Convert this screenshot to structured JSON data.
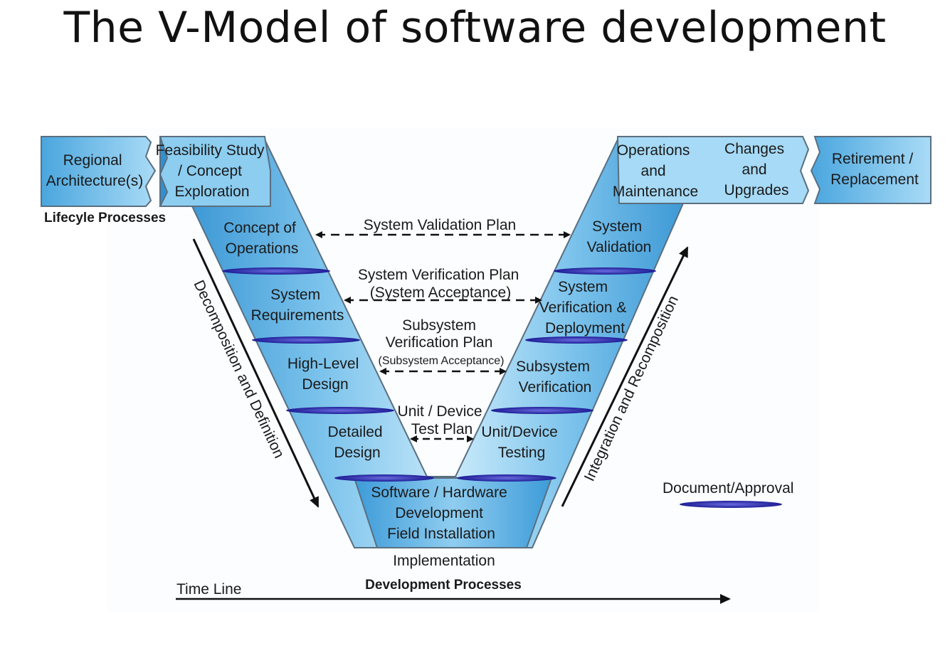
{
  "title": "The V-Model of software development",
  "colors": {
    "band_light": "#bfe4f7",
    "band_dark": "#2f8fd0",
    "outline": "#5a6f80",
    "approval": "#2a2aa8",
    "arrow": "#111111"
  },
  "lifecycle": {
    "regional_architecture": [
      "Regional",
      "Architecture(s)"
    ],
    "feasibility": [
      "Feasibility Study",
      "/ Concept",
      "Exploration"
    ],
    "operations": [
      "Operations",
      "and",
      "Maintenance"
    ],
    "changes": [
      "Changes",
      "and",
      "Upgrades"
    ],
    "retirement": [
      "Retirement /",
      "Replacement"
    ],
    "label": "Lifecyle Processes"
  },
  "left_stages": {
    "concept_of_operations": [
      "Concept of",
      "Operations"
    ],
    "system_requirements": [
      "System",
      "Requirements"
    ],
    "high_level_design": [
      "High-Level",
      "Design"
    ],
    "detailed_design": [
      "Detailed",
      "Design"
    ]
  },
  "bottom_stage": [
    "Software / Hardware",
    "Development",
    "Field Installation"
  ],
  "right_stages": {
    "system_validation": [
      "System",
      "Validation"
    ],
    "system_verification": [
      "System",
      "Verification &",
      "Deployment"
    ],
    "subsystem_verification": [
      "Subsystem",
      "Verification"
    ],
    "unit_device_testing": [
      "Unit/Device",
      "Testing"
    ]
  },
  "plans": {
    "system_validation_plan": [
      "System Validation Plan"
    ],
    "system_verification_plan": [
      "System Verification Plan",
      "(System Acceptance)"
    ],
    "subsystem_verification_plan": [
      "Subsystem",
      "Verification Plan",
      "(Subsystem Acceptance)"
    ],
    "unit_device_test_plan": [
      "Unit / Device",
      "Test Plan"
    ]
  },
  "side_labels": {
    "decomposition": "Decomposition and Definition",
    "integration": "Integration and Recomposition"
  },
  "implementation": "Implementation",
  "development_processes": "Development Processes",
  "time_line": "Time Line",
  "legend": {
    "document_approval": "Document/Approval"
  }
}
